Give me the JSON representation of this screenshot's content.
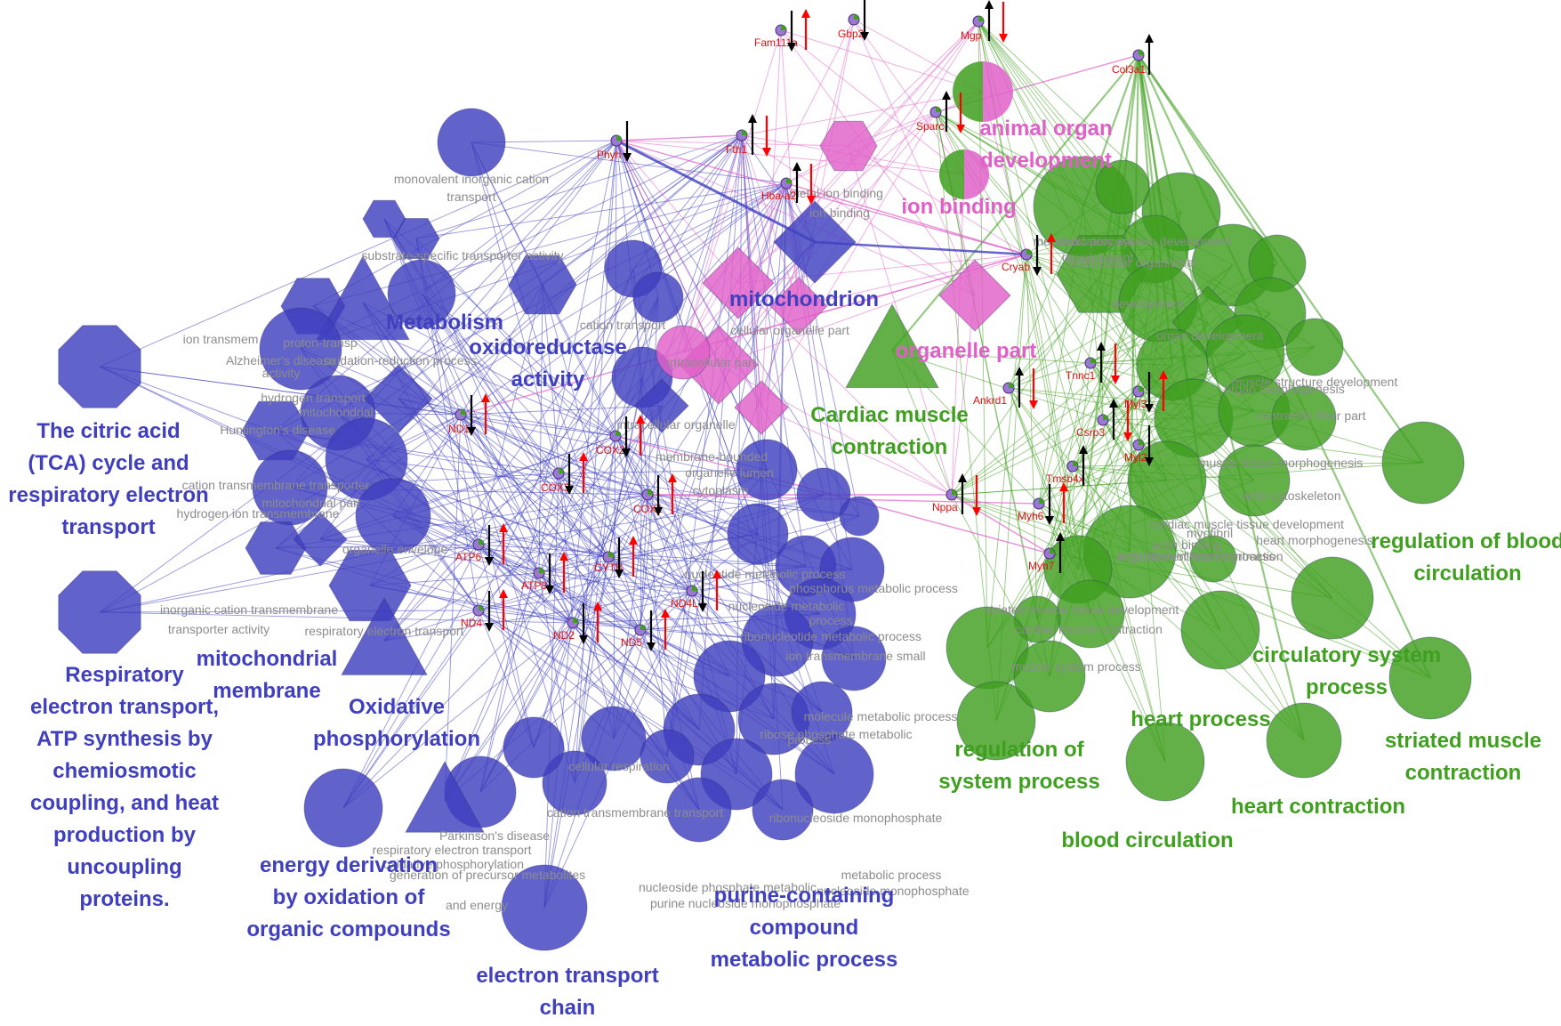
{
  "colors": {
    "blue": "#3f3fbf",
    "magenta": "#e060c8",
    "green": "#3f9f1f",
    "gene_label": "#e01010",
    "arrow_up_down_black": "#000000",
    "arrow_red": "#ff0000",
    "small_label": "#8c8c8c"
  },
  "big_labels": [
    {
      "id": "tca",
      "group": "blue",
      "lines": [
        "The citric acid",
        "(TCA) cycle and",
        "respiratory electron",
        "transport"
      ]
    },
    {
      "id": "resp-atp",
      "group": "blue",
      "lines": [
        "Respiratory",
        "electron transport,",
        "ATP synthesis by",
        "chemiosmotic",
        "coupling, and heat",
        "production by",
        "uncoupling",
        "proteins."
      ]
    },
    {
      "id": "mito-membrane",
      "group": "blue",
      "lines": [
        "mitochondrial",
        "membrane"
      ]
    },
    {
      "id": "oxphos",
      "group": "blue",
      "lines": [
        "Oxidative",
        "phosphorylation"
      ]
    },
    {
      "id": "energy-derivation",
      "group": "blue",
      "lines": [
        "energy derivation",
        "by oxidation of",
        "organic compounds"
      ]
    },
    {
      "id": "etc",
      "group": "blue",
      "lines": [
        "electron transport",
        "chain"
      ]
    },
    {
      "id": "purine",
      "group": "blue",
      "lines": [
        "purine-containing",
        "compound",
        "metabolic process"
      ]
    },
    {
      "id": "metabolism",
      "group": "blue",
      "lines": [
        "Metabolism"
      ]
    },
    {
      "id": "oxidoreductase",
      "group": "blue",
      "lines": [
        "oxidoreductase",
        "activity"
      ]
    },
    {
      "id": "mitochondrion",
      "group": "blue",
      "lines": [
        "mitochondrion"
      ]
    },
    {
      "id": "animal-organ",
      "group": "magenta",
      "lines": [
        "animal organ",
        "development"
      ]
    },
    {
      "id": "ion-binding",
      "group": "magenta",
      "lines": [
        "ion binding"
      ]
    },
    {
      "id": "organelle-part",
      "group": "magenta",
      "lines": [
        "organelle part"
      ]
    },
    {
      "id": "cardiac",
      "group": "green",
      "lines": [
        "Cardiac muscle",
        "contraction"
      ]
    },
    {
      "id": "reg-blood",
      "group": "green",
      "lines": [
        "regulation of blood",
        "circulation"
      ]
    },
    {
      "id": "circ-system",
      "group": "green",
      "lines": [
        "circulatory system",
        "process"
      ]
    },
    {
      "id": "heart-process",
      "group": "green",
      "lines": [
        "heart process"
      ]
    },
    {
      "id": "reg-system",
      "group": "green",
      "lines": [
        "regulation of",
        "system process"
      ]
    },
    {
      "id": "striated",
      "group": "green",
      "lines": [
        "striated muscle",
        "contraction"
      ]
    },
    {
      "id": "heart-contraction",
      "group": "green",
      "lines": [
        "heart contraction"
      ]
    },
    {
      "id": "blood-circ",
      "group": "green",
      "lines": [
        "blood circulation"
      ]
    }
  ],
  "small_labels": [
    "monovalent inorganic cation",
    "transport",
    "substrate-specific transporter activity",
    "ion transmem",
    "proton-transp",
    "Alzheimer's disease",
    "activity",
    "oxidation-reduction process",
    "hydrogen transport",
    "mitochondrial",
    "Huntington's disease",
    "cation transmembrane transporter",
    "mitochondrial part",
    "hydrogen ion transmembrane",
    "inorganic cation transmembrane",
    "transporter activity",
    "respiratory electron transport",
    "cation transport",
    "intracellular part",
    "organelle envelope",
    "membrane-bounded",
    "organelle lumen",
    "cytoplasm",
    "nucleotide metabolic process",
    "phosphorus metabolic process",
    "nucleoside metabolic",
    "process",
    "ribonucleotide metabolic process",
    "ion transmembrane small",
    "molecule metabolic process",
    "ribose phosphate metabolic",
    "process",
    "metal ion binding",
    "ion binding",
    "cellular organelle part",
    "intracellular organelle",
    "Parkinson's disease",
    "respiratory electron transport",
    "oxidative phosphorylation",
    "generation of precursor metabolites",
    "and energy",
    "cellular respiration",
    "cation transmembrane transport",
    "ribonucleoside monophosphate",
    "nucleoside phosphate metabolic",
    "purine nucleoside monophosphate",
    "metabolic process",
    "nucleoside monophosphate",
    "metabolic process",
    "development",
    "multicellular organismal",
    "circulatory system development",
    "development",
    "organ development",
    "muscle structure development",
    "organ morphogenesis",
    "contractile fiber part",
    "muscle tissue morphogenesis",
    "actin cytoskeleton",
    "myofibril",
    "heart morphogenesis",
    "cardiac muscle tissue development",
    "regulation of heart contraction",
    "actin binding",
    "striated muscle tissue development",
    "cardiac muscle contraction",
    "muscle system process",
    "actin filament-based process",
    "sarcomere"
  ],
  "genes": [
    {
      "id": "fam111a",
      "label": "Fam111a",
      "arrows": [
        "down-black",
        "up-red"
      ]
    },
    {
      "id": "gbp2",
      "label": "Gbp2",
      "arrows": [
        "down-black"
      ]
    },
    {
      "id": "mgp",
      "label": "Mgp",
      "arrows": [
        "up-black",
        "down-red"
      ]
    },
    {
      "id": "col3a1",
      "label": "Col3a1",
      "arrows": [
        "up-black"
      ]
    },
    {
      "id": "sparc",
      "label": "Sparc",
      "arrows": [
        "up-black",
        "down-red"
      ]
    },
    {
      "id": "phyh",
      "label": "Phyh",
      "arrows": [
        "down-black"
      ]
    },
    {
      "id": "fth1",
      "label": "Fth1",
      "arrows": [
        "up-black",
        "down-red"
      ]
    },
    {
      "id": "hba-a2",
      "label": "Hba-a2",
      "arrows": [
        "up-black",
        "down-red"
      ]
    },
    {
      "id": "cryab",
      "label": "Cryab",
      "arrows": [
        "down-black",
        "up-red"
      ]
    },
    {
      "id": "tnnc1",
      "label": "Tnnc1",
      "arrows": [
        "up-black",
        "down-red"
      ]
    },
    {
      "id": "ankrd1",
      "label": "Ankrd1",
      "arrows": [
        "up-black",
        "down-red"
      ]
    },
    {
      "id": "myl3",
      "label": "Myl3",
      "arrows": [
        "down-black",
        "up-red"
      ]
    },
    {
      "id": "csrp3",
      "label": "Csrp3",
      "arrows": [
        "up-black",
        "down-red"
      ]
    },
    {
      "id": "myl2",
      "label": "Myl2",
      "arrows": [
        "down-black"
      ]
    },
    {
      "id": "tmsb4x",
      "label": "Tmsb4x",
      "arrows": [
        "up-black"
      ]
    },
    {
      "id": "nppa",
      "label": "Nppa",
      "arrows": [
        "up-black",
        "down-red"
      ]
    },
    {
      "id": "myh6",
      "label": "Myh6",
      "arrows": [
        "down-black",
        "up-red"
      ]
    },
    {
      "id": "myh7",
      "label": "Myh7",
      "arrows": [
        "up-black"
      ]
    },
    {
      "id": "nd1",
      "label": "ND1",
      "arrows": [
        "down-black",
        "up-red"
      ]
    },
    {
      "id": "cox2",
      "label": "COX2",
      "arrows": [
        "down-black",
        "up-red"
      ]
    },
    {
      "id": "cox3",
      "label": "COX3",
      "arrows": [
        "down-black",
        "up-red"
      ]
    },
    {
      "id": "cox1",
      "label": "COX1",
      "arrows": [
        "down-black",
        "up-red"
      ]
    },
    {
      "id": "atp6",
      "label": "ATP6",
      "arrows": [
        "down-black",
        "up-red"
      ]
    },
    {
      "id": "atp8",
      "label": "ATP8",
      "arrows": [
        "down-black",
        "up-red"
      ]
    },
    {
      "id": "cytb",
      "label": "CYTB",
      "arrows": [
        "down-black",
        "up-red"
      ]
    },
    {
      "id": "nd4l",
      "label": "ND4L",
      "arrows": [
        "down-black",
        "up-red"
      ]
    },
    {
      "id": "nd4",
      "label": "ND4",
      "arrows": [
        "down-black",
        "up-red"
      ]
    },
    {
      "id": "nd2",
      "label": "ND2",
      "arrows": [
        "down-black",
        "up-red"
      ]
    },
    {
      "id": "nd5",
      "label": "ND5",
      "arrows": [
        "down-black",
        "up-red"
      ]
    }
  ]
}
